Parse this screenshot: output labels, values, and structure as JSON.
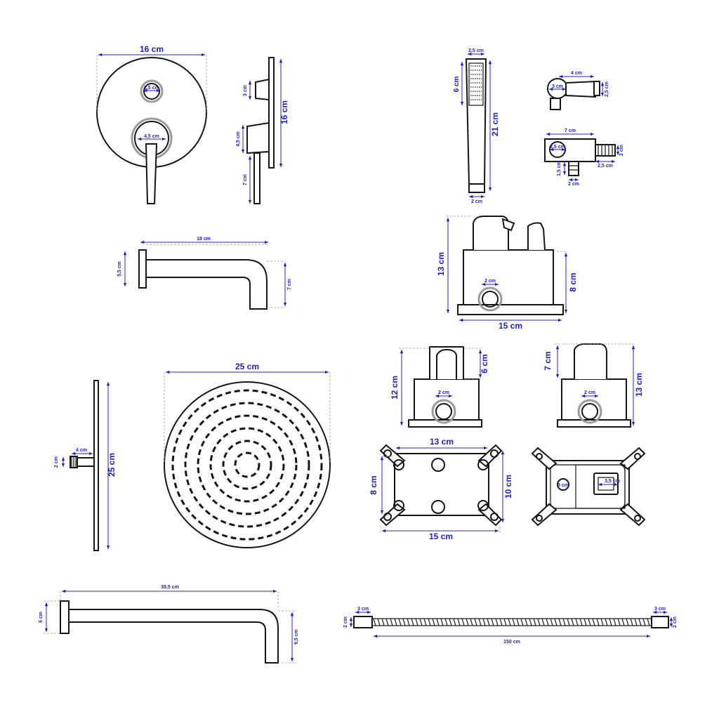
{
  "mixer_plate": {
    "width": "16 cm",
    "top_hole": "2,5 cm",
    "lever_hole": "4,5 cm",
    "side_height": "16 cm",
    "side_upper": "3 cm",
    "side_middle": "4,5 cm",
    "side_lever": "7 cm"
  },
  "hand_shower": {
    "top_width": "2,5 cm",
    "head_length": "6 cm",
    "total_length": "21 cm",
    "bottom_width": "2 cm"
  },
  "wall_holder": {
    "width": "4 cm",
    "round": "3 cm",
    "height": "2,5 cm"
  },
  "wall_outlet": {
    "length": "7 cm",
    "round": "2,5 cm",
    "right_small": "2 cm",
    "bottom_small": "1,5 cm",
    "bottom_width": "2 cm",
    "right_length": "2,5 cm"
  },
  "spout": {
    "length": "18 cm",
    "plate": "5,5 cm",
    "drop": "7 cm"
  },
  "box_main": {
    "height": "13 cm",
    "body_height": "8 cm",
    "port": "2 cm",
    "width": "15 cm"
  },
  "shower_arm_side": {
    "height": "25 cm",
    "depth": "4 cm",
    "knob": "2 cm"
  },
  "rain_shower": {
    "diameter": "25 cm"
  },
  "box_small_a": {
    "height": "12 cm",
    "top": "6 cm",
    "port": "2 cm"
  },
  "box_small_b": {
    "top": "7 cm",
    "height": "13 cm",
    "port": "2 cm"
  },
  "frame_plate": {
    "top_width": "13 cm",
    "left_height": "8 cm",
    "right_height": "10 cm",
    "bottom_width": "15 cm"
  },
  "frame_box": {
    "left_hole": "3 cm",
    "right_square": "3,5 cm"
  },
  "shower_arm": {
    "length": "38,5 cm",
    "plate": "6 cm",
    "drop": "9,5 cm"
  },
  "hose": {
    "left_nut": "3 cm",
    "right_nut": "3 cm",
    "left_dia": "2 cm",
    "right_dia": "2 cm",
    "length": "150 cm"
  }
}
